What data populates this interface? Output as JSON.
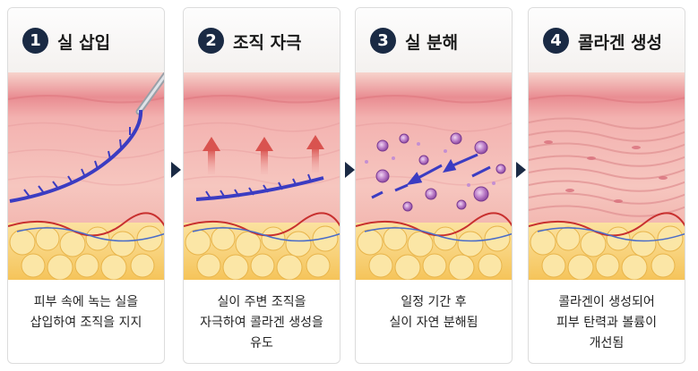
{
  "steps": [
    {
      "number": "1",
      "title": "실 삽입",
      "caption": [
        "피부 속에 녹는 실을",
        "삽입하여 조직을 지지"
      ]
    },
    {
      "number": "2",
      "title": "조직 자극",
      "caption": [
        "실이 주변 조직을",
        "자극하여 콜라겐 생성을",
        "유도"
      ]
    },
    {
      "number": "3",
      "title": "실 분해",
      "caption": [
        "일정 기간 후",
        "실이 자연 분해됨"
      ]
    },
    {
      "number": "4",
      "title": "콜라겐 생성",
      "caption": [
        "콜라겐이 생성되어",
        "피부 탄력과 볼륨이",
        "개선됨"
      ]
    }
  ],
  "colors": {
    "badge": "#1a2a44",
    "epidermis": "#f1a6a8",
    "dermis": "#f6c4bd",
    "fat": "#f8cf6e",
    "thread": "#3b3cc2",
    "arrow_red": "#d9534f"
  },
  "icons": [
    "needle-icon",
    "thread-icon",
    "up-arrow-icon",
    "collagen-fiber-icon",
    "next-arrow-icon"
  ]
}
